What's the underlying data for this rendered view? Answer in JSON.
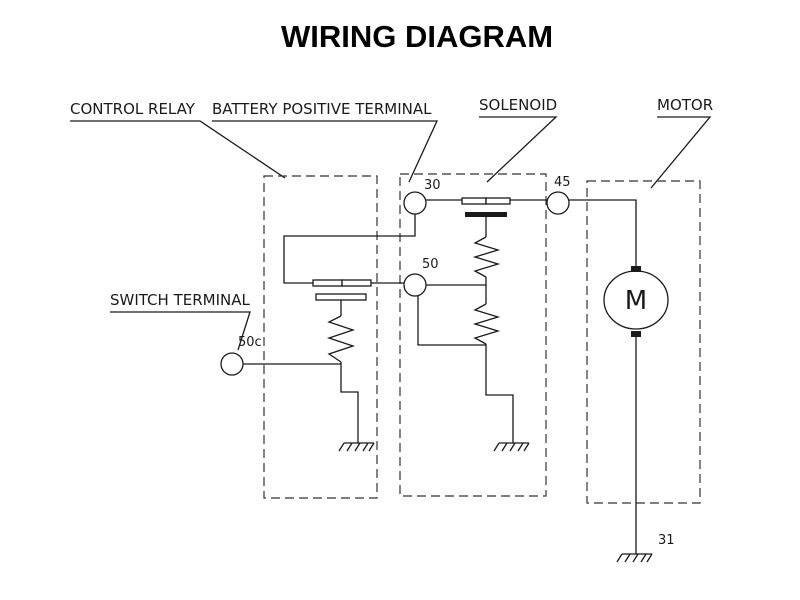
{
  "title": "WIRING DIAGRAM",
  "labels": {
    "control_relay": "CONTROL RELAY",
    "battery_positive": "BATTERY POSITIVE TERMINAL",
    "solenoid": "SOLENOID",
    "motor": "MOTOR",
    "switch_terminal": "SWITCH TERMINAL"
  },
  "terminals": {
    "t30": "30",
    "t50": "50",
    "t50c": "50c",
    "t45": "45",
    "t31": "31"
  },
  "motor_symbol": "M"
}
